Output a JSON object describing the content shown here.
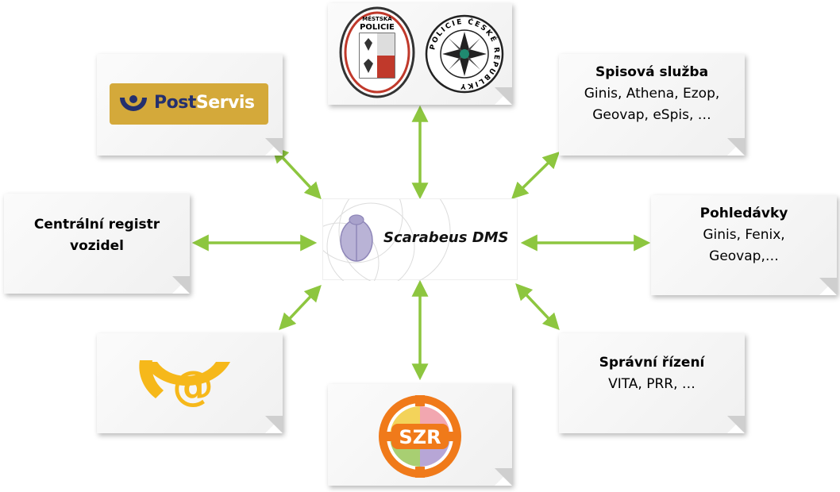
{
  "center": {
    "label": "Scarabeus DMS"
  },
  "nodes": {
    "postservis": {
      "logo_text_a": "Post",
      "logo_text_b": "Servis"
    },
    "police": {
      "city_badge_top": "MĚSTSKÁ",
      "city_badge_main": "POLICIE",
      "national_badge": "POLICIE ČESKÉ REPUBLIKY"
    },
    "spisova": {
      "title": "Spisová služba",
      "line1": "Ginis, Athena, Ezop,",
      "line2": "Geovap, eSpis, …"
    },
    "registr": {
      "line1": "Centrální registr",
      "line2": "vozidel"
    },
    "pohledavky": {
      "title": "Pohledávky",
      "line1": "Ginis, Fenix,",
      "line2": "Geovap,…"
    },
    "email": {
      "symbol": "@"
    },
    "szr": {
      "logo_text": "SZR"
    },
    "spravni": {
      "title": "Správní řízení",
      "line1": "VITA, PRR, …"
    }
  },
  "colors": {
    "arrow": "#8dc63f",
    "postservis_bg": "#d4a93a",
    "postservis_blue": "#24306e",
    "email_yellow": "#f6b81a",
    "szr_orange": "#f07a1a"
  }
}
